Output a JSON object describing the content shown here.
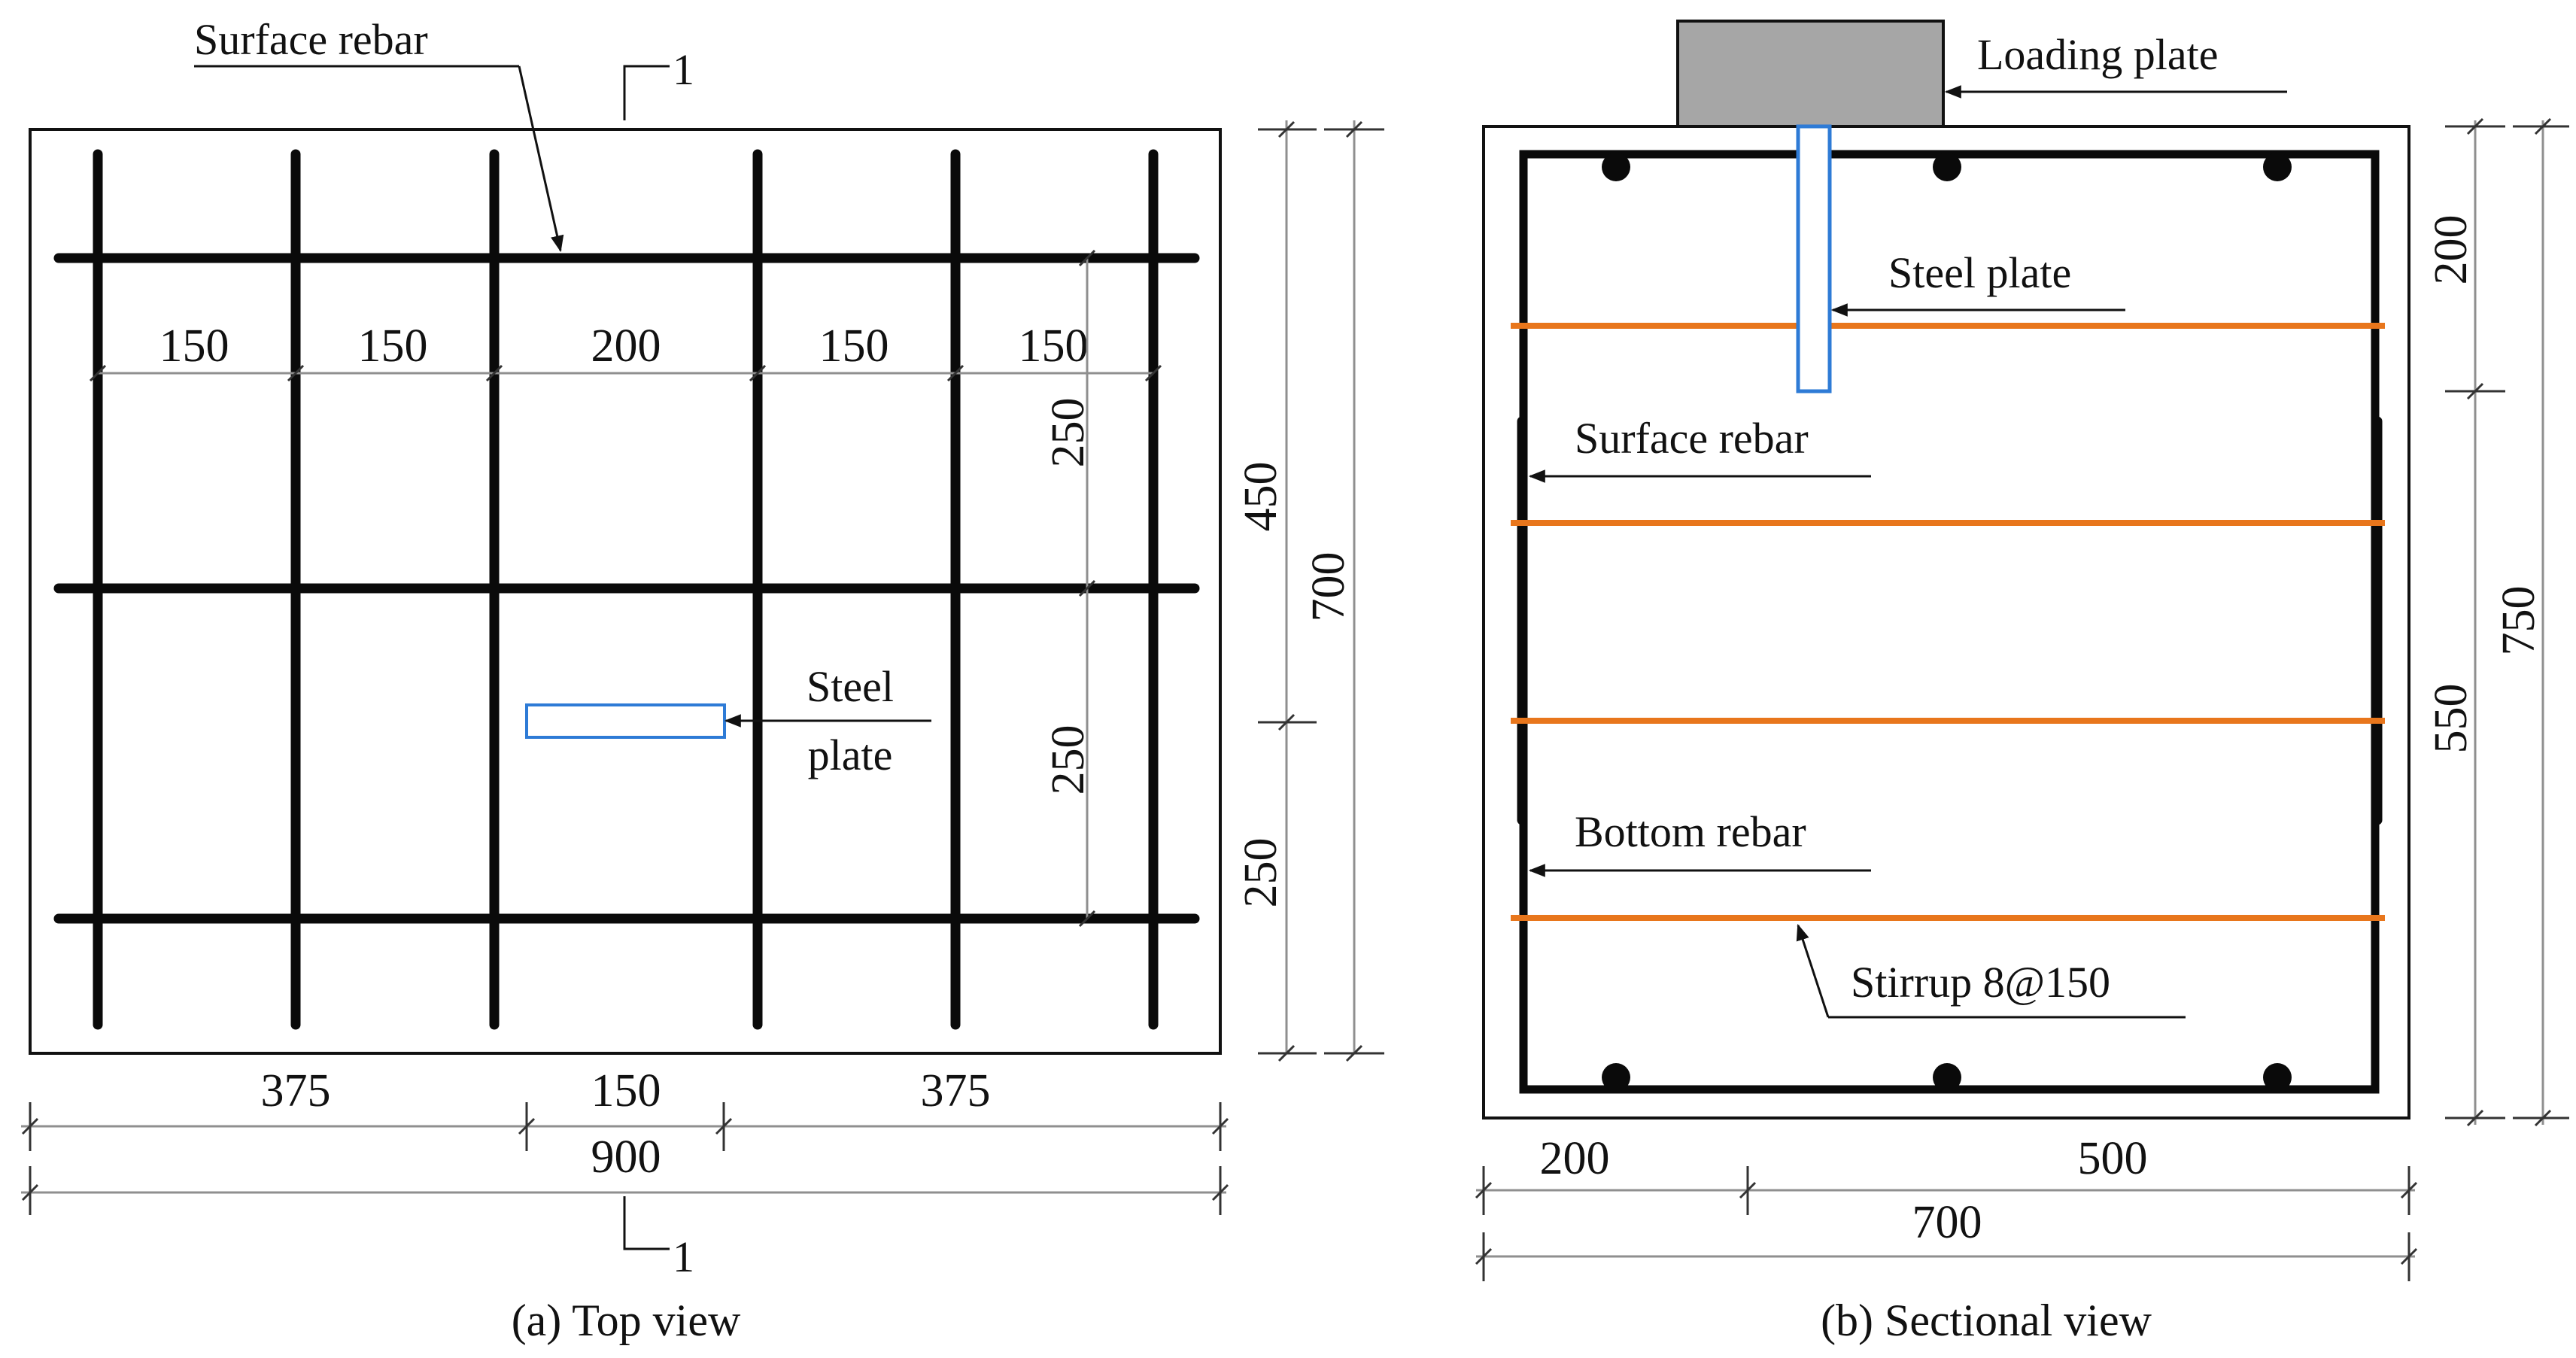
{
  "top_view": {
    "caption": "(a) Top view",
    "surface_rebar_label": "Surface rebar",
    "section_mark": "1",
    "steel_plate_label_line1": "Steel",
    "steel_plate_label_line2": "plate",
    "dims": {
      "spacing_1": "150",
      "spacing_2": "150",
      "spacing_3": "200",
      "spacing_4": "150",
      "spacing_5": "150",
      "inner_v_upper": "250",
      "inner_v_lower": "250",
      "outer_v_upper": "450",
      "outer_v_lower": "250",
      "overall_v": "700",
      "bottom_left": "375",
      "bottom_mid": "150",
      "bottom_right": "375",
      "overall_h": "900"
    }
  },
  "section_view": {
    "caption": "(b) Sectional view",
    "loading_plate_label": "Loading plate",
    "steel_plate_label": "Steel plate",
    "surface_rebar_label": "Surface rebar",
    "bottom_rebar_label": "Bottom rebar",
    "stirrup_label": "Stirrup 8@150",
    "dims": {
      "right_upper": "200",
      "right_lower": "550",
      "right_overall": "750",
      "bottom_left": "200",
      "bottom_right": "500",
      "overall_h": "700"
    }
  },
  "colors": {
    "concrete_outline": "#111111",
    "rebar": "#0a0a0a",
    "stirrup": "#e8761c",
    "steel_plate": "#2e7bd6",
    "loading_plate": "#a6a6a6",
    "dimension_line": "#8f8f8f"
  }
}
